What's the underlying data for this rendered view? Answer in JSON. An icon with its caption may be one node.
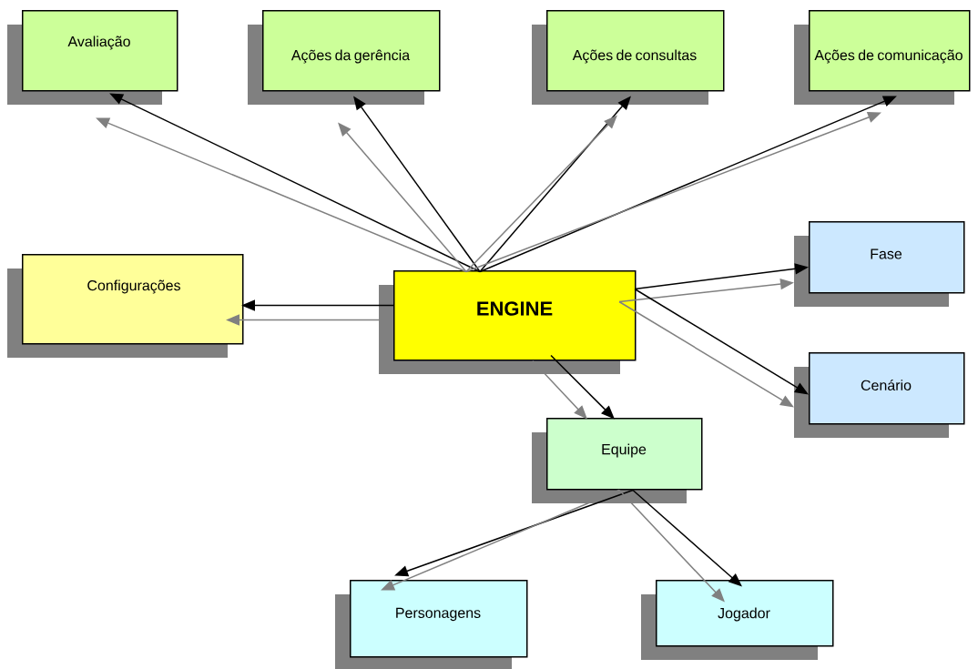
{
  "diagram": {
    "nodes": [
      {
        "text": [
          "Avaliação"
        ]
      },
      {
        "text": [
          "Ações da gerência"
        ]
      },
      {
        "text": [
          "Ações de consultas"
        ]
      },
      {
        "text": [
          "Ações de comunicação"
        ]
      },
      {
        "text": [
          "Configurações"
        ]
      },
      {
        "text": [
          "ENGINE"
        ]
      },
      {
        "text": [
          "Fase"
        ]
      },
      {
        "text": [
          "Cenário"
        ]
      },
      {
        "text": [
          "Equipe"
        ]
      },
      {
        "text": [
          "Personagens"
        ]
      },
      {
        "text": [
          "Jogador"
        ]
      }
    ],
    "edges": [
      {
        "from": 5,
        "to": 0,
        "arrow": "to"
      },
      {
        "from": 5,
        "to": 0,
        "arrow": "to",
        "color": "#808080"
      },
      {
        "from": 5,
        "to": 1,
        "arrow": "to"
      },
      {
        "from": 5,
        "to": 1,
        "arrow": "to",
        "color": "#808080"
      },
      {
        "from": 5,
        "to": 2,
        "arrow": "to"
      },
      {
        "from": 5,
        "to": 2,
        "arrow": "to",
        "color": "#808080"
      },
      {
        "from": 5,
        "to": 3,
        "arrow": "to"
      },
      {
        "from": 5,
        "to": 3,
        "arrow": "to",
        "color": "#808080"
      },
      {
        "from": 5,
        "to": 4,
        "arrow": "to"
      },
      {
        "from": 5,
        "to": 4,
        "arrow": "to",
        "color": "#808080"
      },
      {
        "from": 5,
        "to": 6,
        "arrow": "to"
      },
      {
        "from": 5,
        "to": 6,
        "arrow": "to",
        "color": "#808080"
      },
      {
        "from": 5,
        "to": 7,
        "arrow": "to"
      },
      {
        "from": 5,
        "to": 7,
        "arrow": "to",
        "color": "#808080"
      },
      {
        "from": 5,
        "to": 8,
        "arrow": "to"
      },
      {
        "from": 5,
        "to": 8,
        "arrow": "to",
        "color": "#808080"
      },
      {
        "from": 8,
        "to": 9,
        "arrow": "to"
      },
      {
        "from": 8,
        "to": 9,
        "arrow": "to",
        "color": "#808080"
      },
      {
        "from": 8,
        "to": 10,
        "arrow": "to"
      },
      {
        "from": 8,
        "to": 10,
        "arrow": "to",
        "color": "#808080"
      }
    ]
  }
}
